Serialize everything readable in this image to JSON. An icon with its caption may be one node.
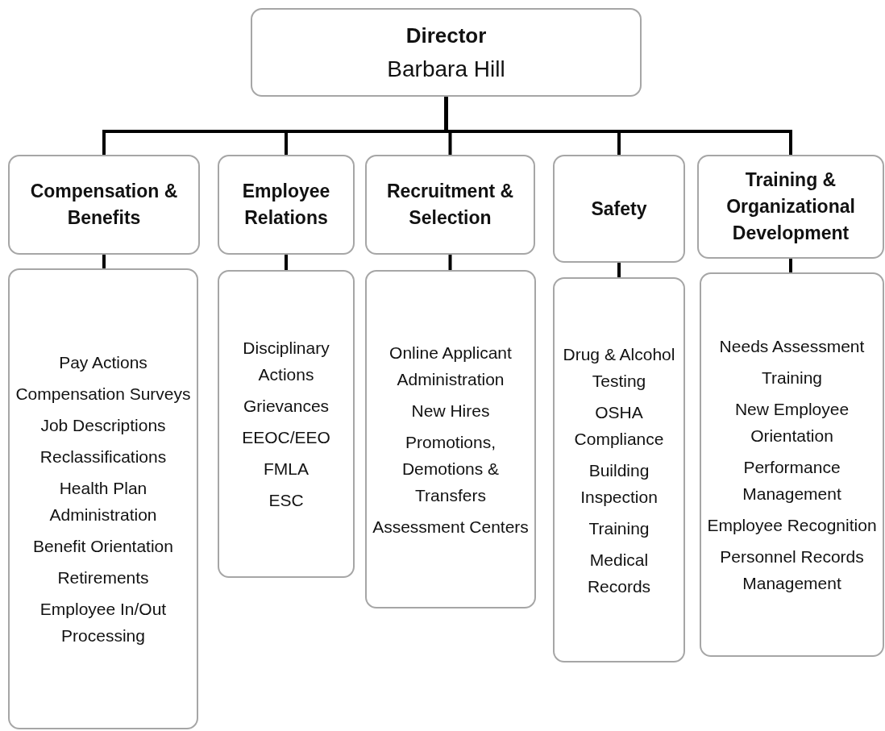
{
  "diagram": {
    "nodes": [
      {
        "text": [
          "Director",
          "Barbara Hill"
        ]
      },
      {
        "text": [
          "Compensation & Benefits"
        ]
      },
      {
        "text": [
          "Employee Relations"
        ]
      },
      {
        "text": [
          "Recruitment & Selection"
        ]
      },
      {
        "text": [
          "Safety"
        ]
      },
      {
        "text": [
          "Training & Organizational Development"
        ]
      },
      {
        "text": [
          "Pay Actions",
          "Compensation Surveys",
          "Job Descriptions",
          "Reclassifications",
          "Health Plan Administration",
          "Benefit Orientation",
          "Retirements",
          "Employee In/Out Processing"
        ]
      },
      {
        "text": [
          "Disciplinary Actions",
          "Grievances",
          "EEOC/EEO",
          "FMLA",
          "ESC"
        ]
      },
      {
        "text": [
          "Online Applicant Administration",
          "New Hires",
          "Promotions, Demotions & Transfers",
          "Assessment Centers"
        ]
      },
      {
        "text": [
          "Drug & Alcohol Testing",
          "OSHA Compliance",
          "Building Inspection",
          "Training",
          "Medical Records"
        ]
      },
      {
        "text": [
          "Needs Assessment",
          "Training",
          "New Employee Orientation",
          "Performance Management",
          "Employee Recognition",
          "Personnel Records Management"
        ]
      }
    ],
    "edges": [
      {
        "from": 0,
        "to": 1,
        "arrow": "none"
      },
      {
        "from": 0,
        "to": 2,
        "arrow": "none"
      },
      {
        "from": 0,
        "to": 3,
        "arrow": "none"
      },
      {
        "from": 0,
        "to": 4,
        "arrow": "none"
      },
      {
        "from": 0,
        "to": 5,
        "arrow": "none"
      },
      {
        "from": 1,
        "to": 6,
        "arrow": "none"
      },
      {
        "from": 2,
        "to": 7,
        "arrow": "none"
      },
      {
        "from": 3,
        "to": 8,
        "arrow": "none"
      },
      {
        "from": 4,
        "to": 9,
        "arrow": "none"
      },
      {
        "from": 5,
        "to": 10,
        "arrow": "none"
      }
    ]
  }
}
